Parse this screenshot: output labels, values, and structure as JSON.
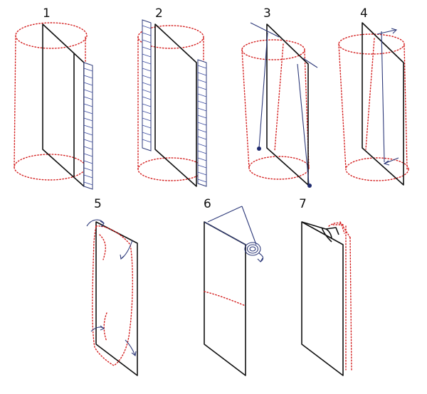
{
  "steps": [
    {
      "number": "1"
    },
    {
      "number": "2"
    },
    {
      "number": "3"
    },
    {
      "number": "4"
    },
    {
      "number": "5"
    },
    {
      "number": "6"
    },
    {
      "number": "7"
    }
  ],
  "colors": {
    "outline": "#111111",
    "dotted": "#d42020",
    "accent": "#2e3a7a"
  }
}
